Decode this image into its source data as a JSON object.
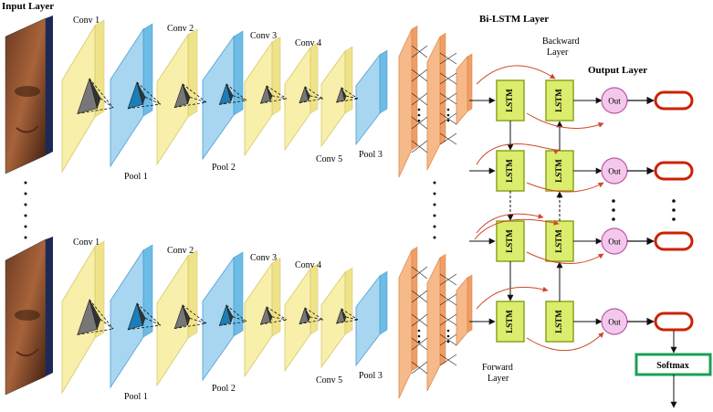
{
  "labels": {
    "input_layer": "Input Layer",
    "bilstm_layer": "Bi-LSTM Layer",
    "output_layer": "Output Layer",
    "backward_layer_1": "Backward",
    "backward_layer_2": "Layer",
    "forward_layer_1": "Forward",
    "forward_layer_2": "Layer",
    "softmax": "Softmax",
    "dots": "·"
  },
  "cnn_top": {
    "conv1": "Conv 1",
    "conv2": "Conv 2",
    "conv3": "Conv 3",
    "conv4": "Conv 4",
    "conv5": "Conv 5",
    "pool1": "Pool 1",
    "pool2": "Pool 2",
    "pool3": "Pool 3"
  },
  "cnn_bottom": {
    "conv1": "Conv 1",
    "conv2": "Conv 2",
    "conv3": "Conv 3",
    "conv4": "Conv 4",
    "conv5": "Conv 5",
    "pool1": "Pool 1",
    "pool2": "Pool 2",
    "pool3": "Pool 3"
  },
  "lstm_cell": "LSTM",
  "out_node": "Out",
  "colors": {
    "conv_fill": "#f7efaa",
    "conv_stroke": "#d8c96a",
    "pool_fill": "#a8d6f0",
    "pool_stroke": "#4a9fd4",
    "orange_fill": "#f6b98a",
    "orange_stroke": "#e08a4a",
    "lstm_fill": "#dcec6c",
    "lstm_stroke": "#8aa51e",
    "out_fill": "#f4c8ec",
    "out_stroke": "#b85aa8",
    "pill_stroke": "#cc2200",
    "softmax_stroke": "#1aa055",
    "arrow_red": "#d0482a"
  }
}
